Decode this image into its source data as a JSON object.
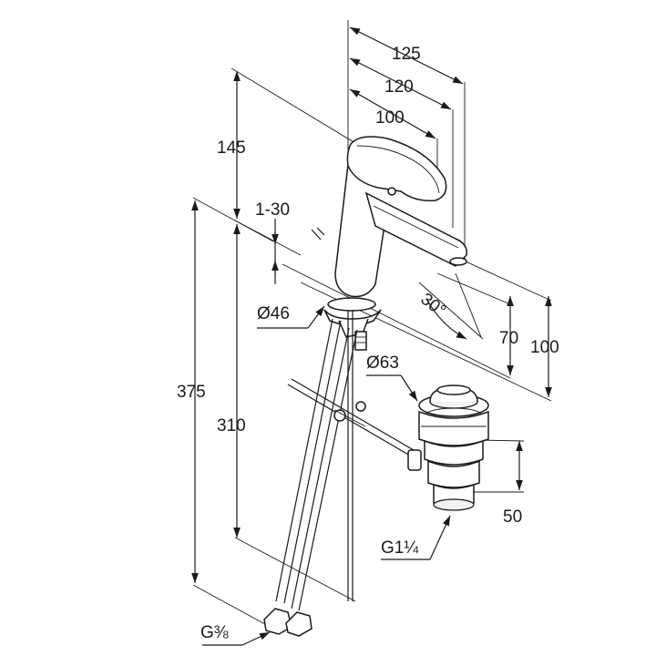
{
  "drawing": {
    "dimensions": {
      "d125": "125",
      "d120": "120",
      "d100_top": "100",
      "d145": "145",
      "d1_30": "1-30",
      "d30deg": "30°",
      "d46": "Ø46",
      "d63": "Ø63",
      "d70": "70",
      "d100_right": "100",
      "d375": "375",
      "d310": "310",
      "d50": "50",
      "g114": "G1¼",
      "g38": "G⅜"
    },
    "colors": {
      "line": "#1a1a1a",
      "background": "#ffffff",
      "shade": "#f2f2f2"
    }
  }
}
